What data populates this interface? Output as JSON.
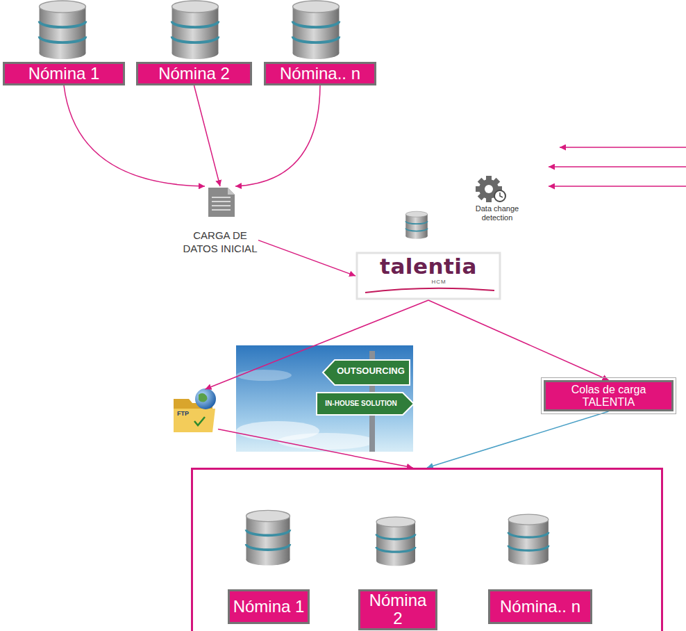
{
  "diagram": {
    "nodes": [
      {
        "text": [
          "Nómina 1"
        ]
      },
      {
        "text": [
          "Nómina 2"
        ]
      },
      {
        "text": [
          "Nómina.. n"
        ]
      },
      {
        "text": [
          "CARGA DE DATOS INICIAL"
        ]
      },
      {
        "text": [
          "talentia",
          "HCM"
        ]
      },
      {
        "text": [
          "Data change detection"
        ]
      },
      {
        "text": [
          "FTP"
        ]
      },
      {
        "text": [
          "Colas de carga TALENTIA"
        ]
      },
      {
        "text": []
      },
      {
        "text": [
          "Nómina 1"
        ],
        "in": 8
      },
      {
        "text": [
          "Nómina 2"
        ],
        "in": 8
      },
      {
        "text": [
          "Nómina.. n"
        ],
        "in": 8
      }
    ],
    "edges": [
      {
        "from": 0,
        "to": 3,
        "arrow": "to"
      },
      {
        "from": 1,
        "to": 3,
        "arrow": "to"
      },
      {
        "from": 2,
        "to": 3,
        "arrow": "to"
      },
      {
        "from": 3,
        "to": 4,
        "arrow": "to"
      },
      {
        "from": 4,
        "to": 6,
        "arrow": "to"
      },
      {
        "from": 4,
        "to": 7,
        "arrow": "to"
      },
      {
        "from": 6,
        "to": 8,
        "arrow": "to"
      },
      {
        "from": 7,
        "to": 8,
        "arrow": "to"
      }
    ],
    "labels": [
      "OUTSOURCING",
      "IN-HOUSE SOLUTION"
    ]
  }
}
